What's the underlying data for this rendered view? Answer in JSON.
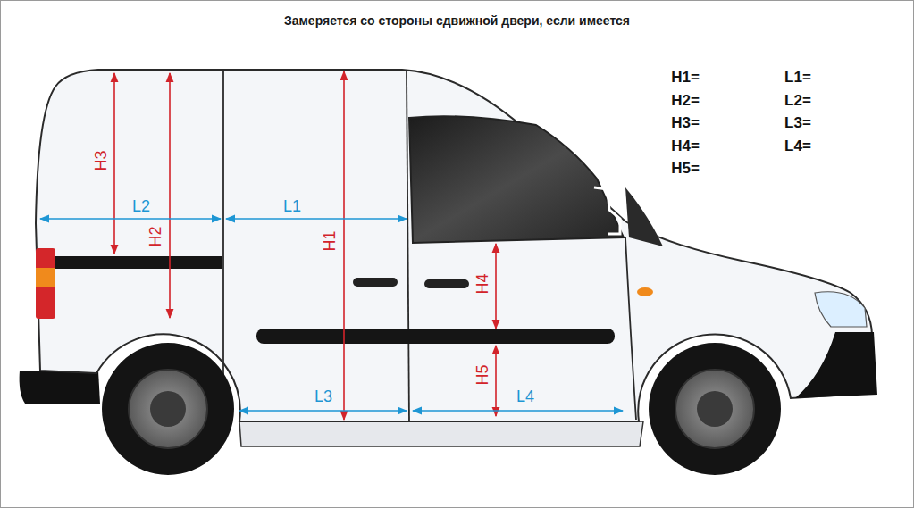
{
  "diagram": {
    "title": "Замеряется со стороны сдвижной двери, если имеется",
    "labels": [
      "H3",
      "L2",
      "H2",
      "L1",
      "H1",
      "H4",
      "H5",
      "L3",
      "L4",
      "H1=",
      "H2=",
      "H3=",
      "H4=",
      "H5=",
      "L1=",
      "L2=",
      "L3=",
      "L4="
    ]
  }
}
